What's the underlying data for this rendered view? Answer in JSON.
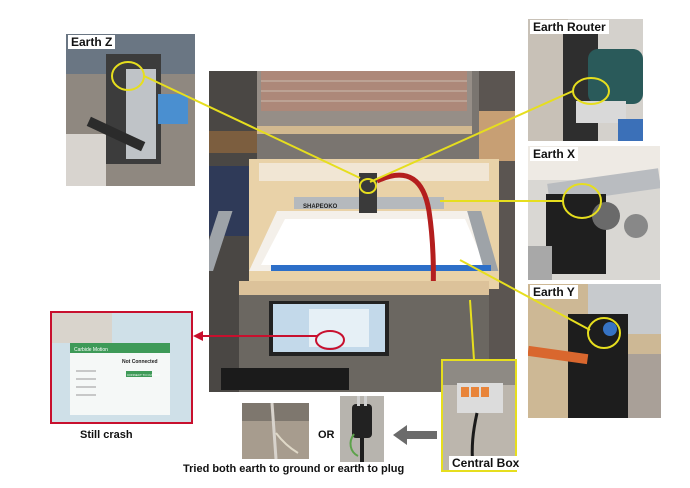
{
  "labels": {
    "earth_z": "Earth Z",
    "earth_router": "Earth Router",
    "earth_x": "Earth X",
    "earth_y": "Earth Y",
    "central_box": "Central Box"
  },
  "machine": {
    "brand": "SHAPEOKO"
  },
  "screen": {
    "window_title": "Carbide Motion",
    "status": "Not Connected",
    "button": "CONNECT TO CUTTER"
  },
  "captions": {
    "still_crash": "Still crash",
    "or": "OR",
    "tried": "Tried both earth to ground or earth to plug"
  },
  "colors": {
    "yellow_highlight": "#e6de1e",
    "red_highlight": "#c8102e",
    "arrow_gray": "#6b6b6b"
  }
}
